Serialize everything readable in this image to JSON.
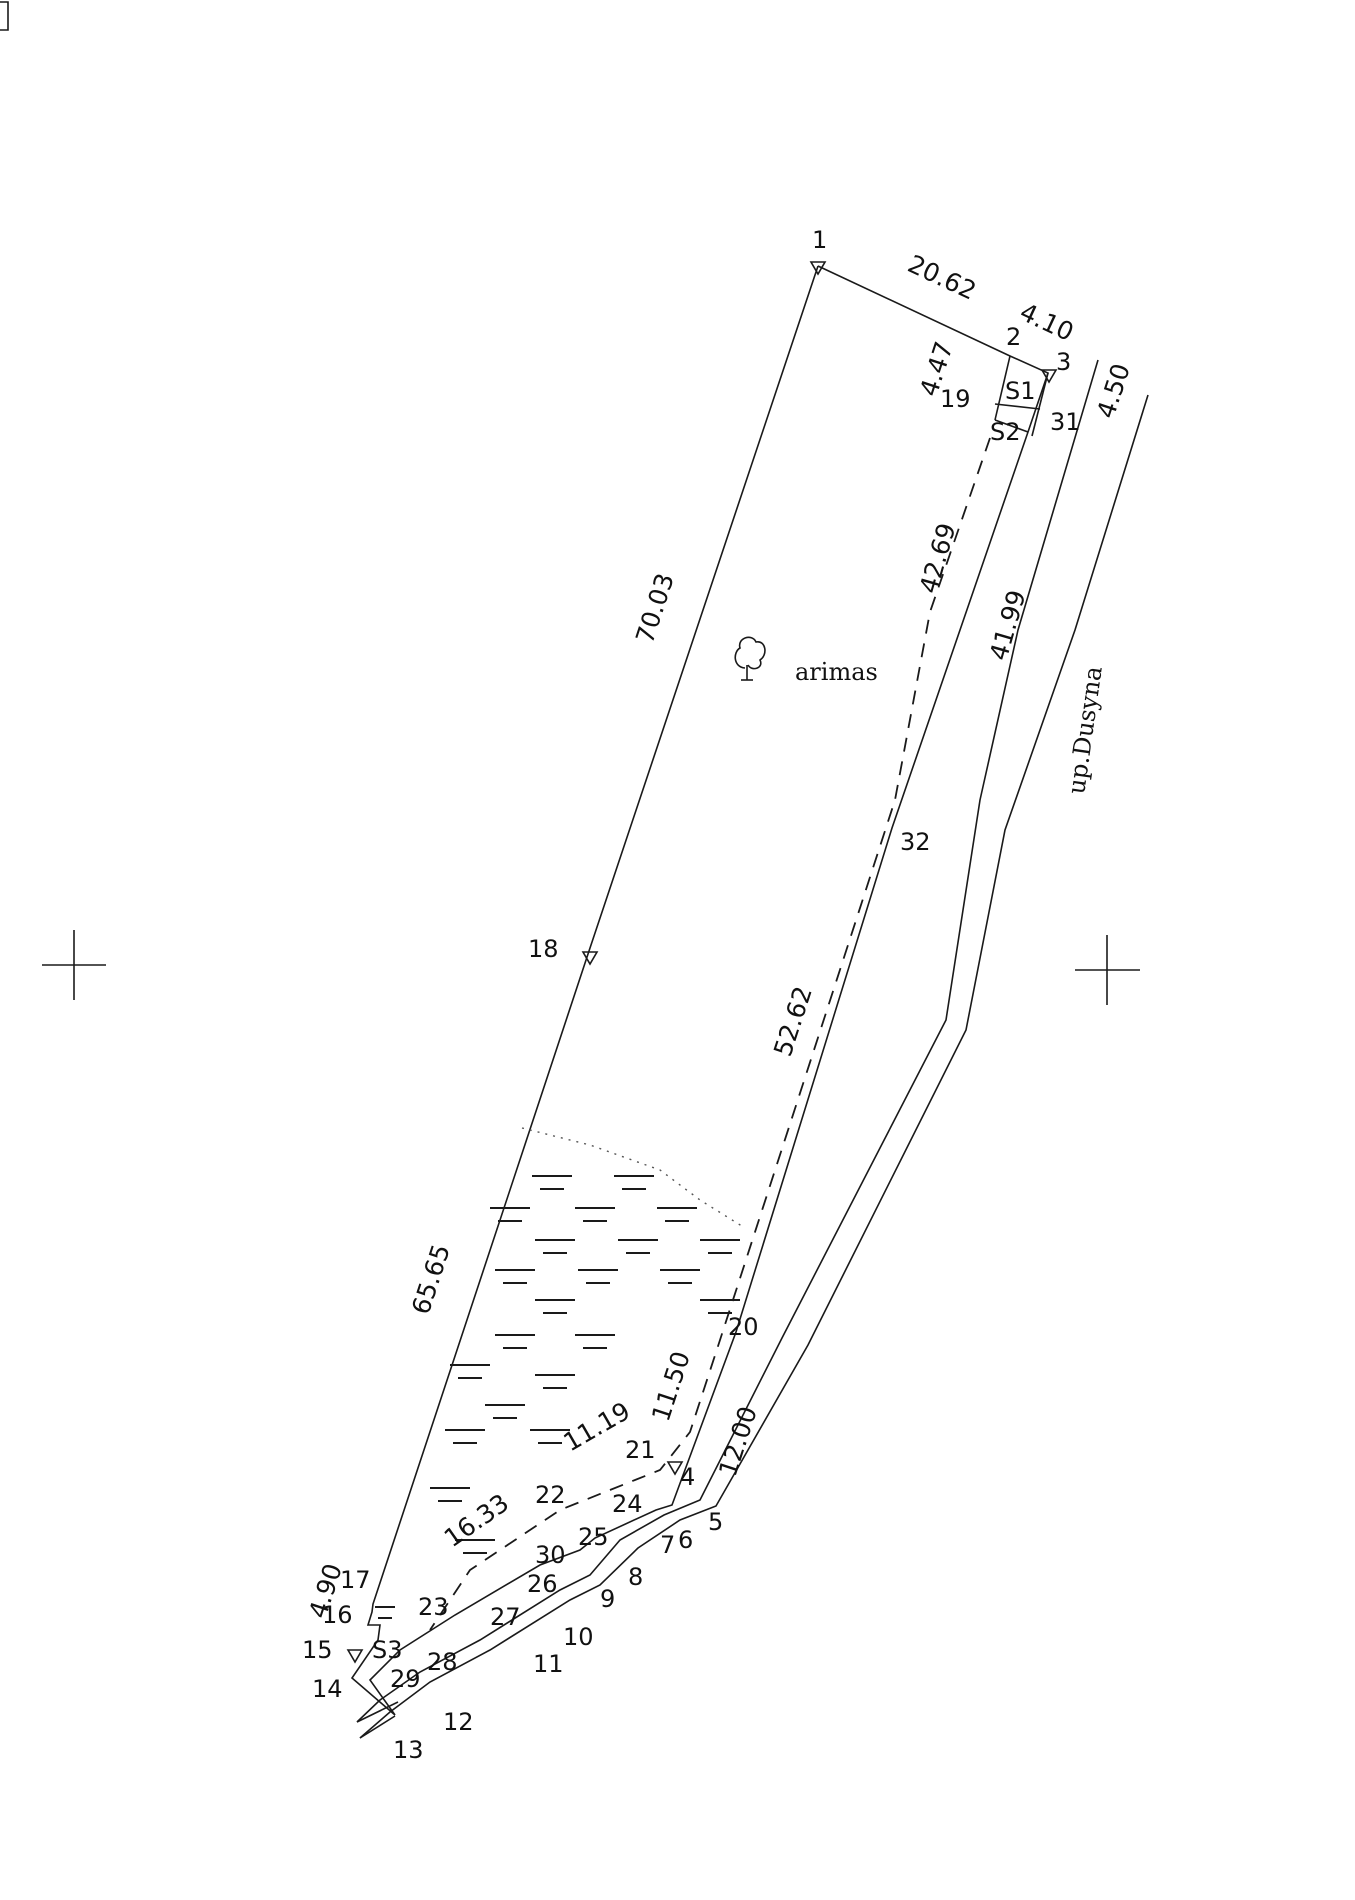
{
  "points": {
    "p1": "1",
    "p2": "2",
    "p3": "3",
    "p4": "4",
    "p5": "5",
    "p6": "6",
    "p7": "7",
    "p8": "8",
    "p9": "9",
    "p10": "10",
    "p11": "11",
    "p12": "12",
    "p13": "13",
    "p14": "14",
    "p15": "15",
    "p16": "16",
    "p17": "17",
    "p18": "18",
    "p19": "19",
    "p20": "20",
    "p21": "21",
    "p22": "22",
    "p23": "23",
    "p24": "24",
    "p25": "25",
    "p26": "26",
    "p27": "27",
    "p28": "28",
    "p29": "29",
    "p30": "30",
    "p31": "31",
    "p32": "32"
  },
  "dimensions": {
    "d_1_2": "20.62",
    "d_2_3": "4.10",
    "d_road": "4.50",
    "d_2_19": "4.47",
    "d_dash_upper": "42.69",
    "d_31_east": "41.99",
    "d_1_18": "70.03",
    "d_32_20": "52.62",
    "d_18_17": "65.65",
    "d_20_4": "11.50",
    "d_21_east": "12.00",
    "d_dash_mid": "11.19",
    "d_dash_low": "16.33",
    "d_17_15": "4.90"
  },
  "servitudes": {
    "s1": "S1",
    "s2": "S2",
    "s3": "S3"
  },
  "labels": {
    "land_use": "arimas",
    "river": "up.Dusyna"
  }
}
